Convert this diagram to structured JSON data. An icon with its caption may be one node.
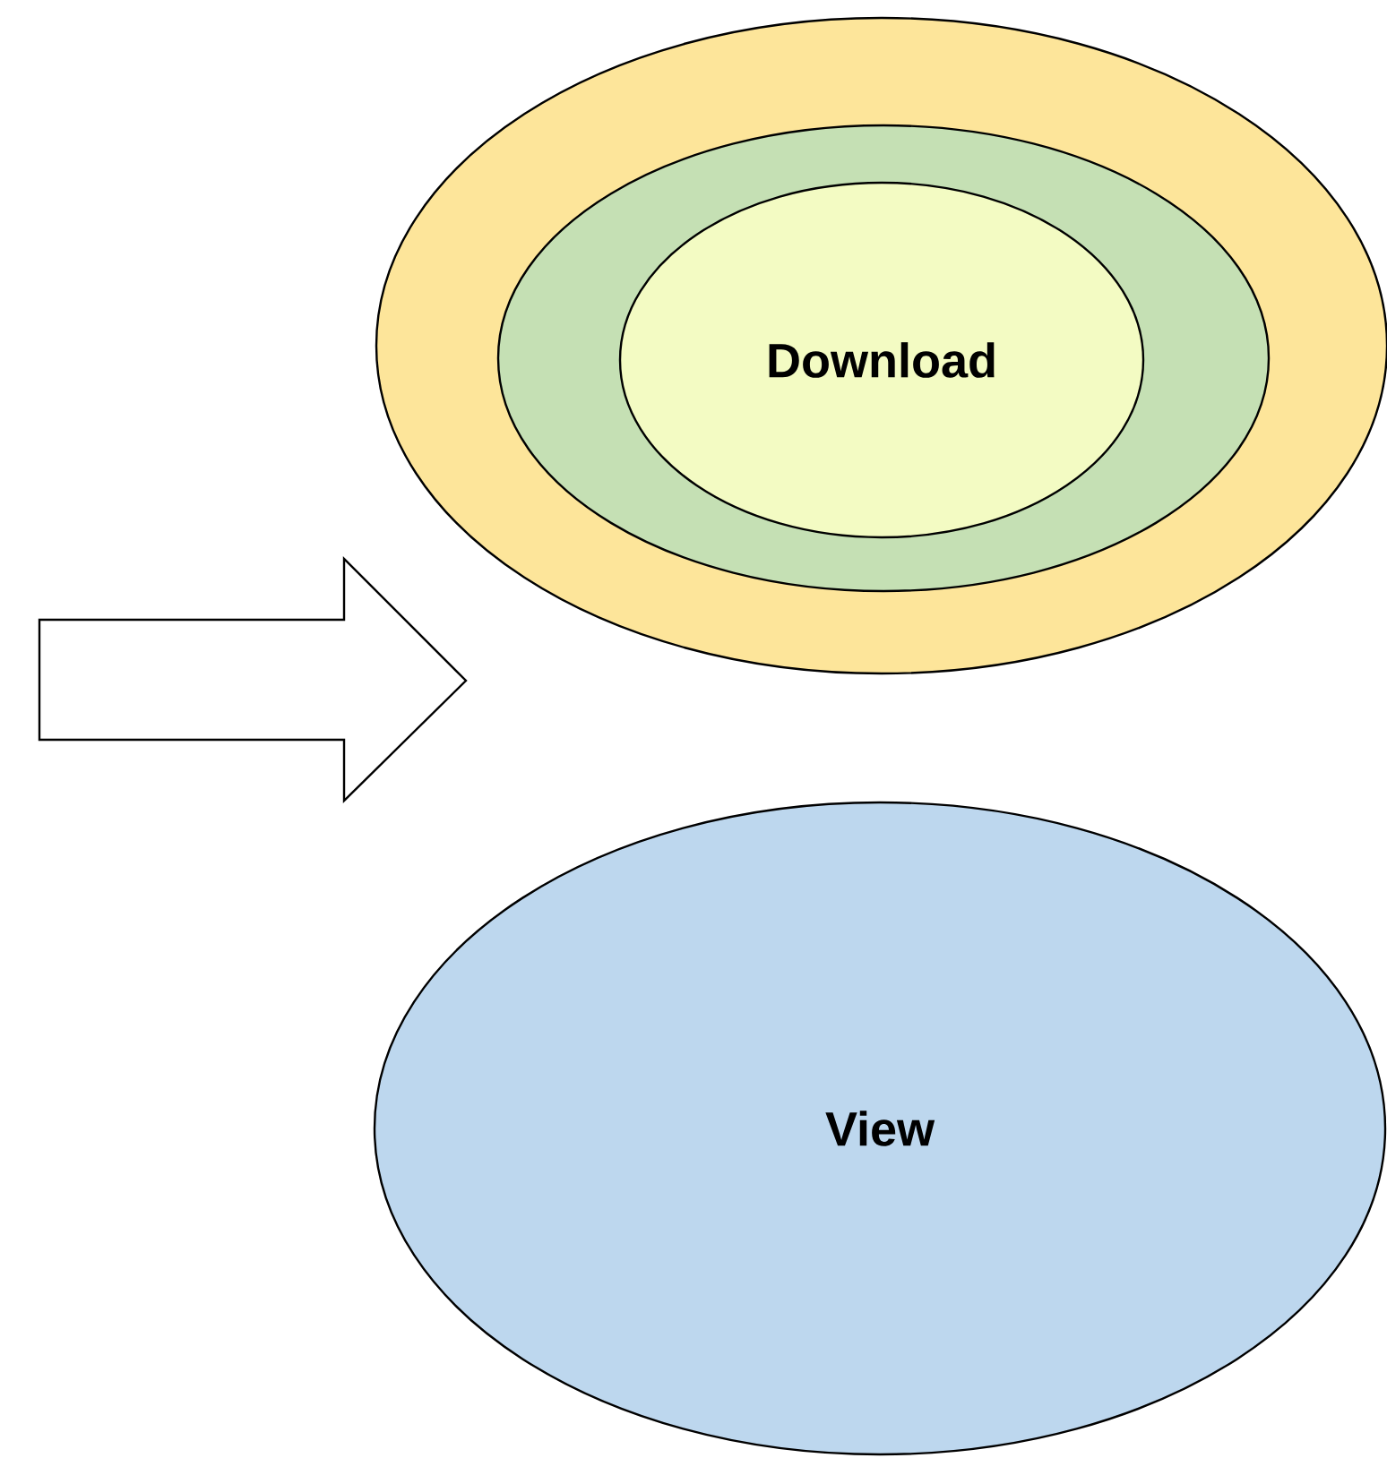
{
  "diagram": {
    "nodes": [
      {
        "text": [],
        "shape": "ellipse"
      },
      {
        "text": [],
        "shape": "ellipse",
        "in": 0
      },
      {
        "text": [
          "Download"
        ],
        "in": 1
      },
      {
        "text": [
          "View"
        ]
      }
    ]
  }
}
